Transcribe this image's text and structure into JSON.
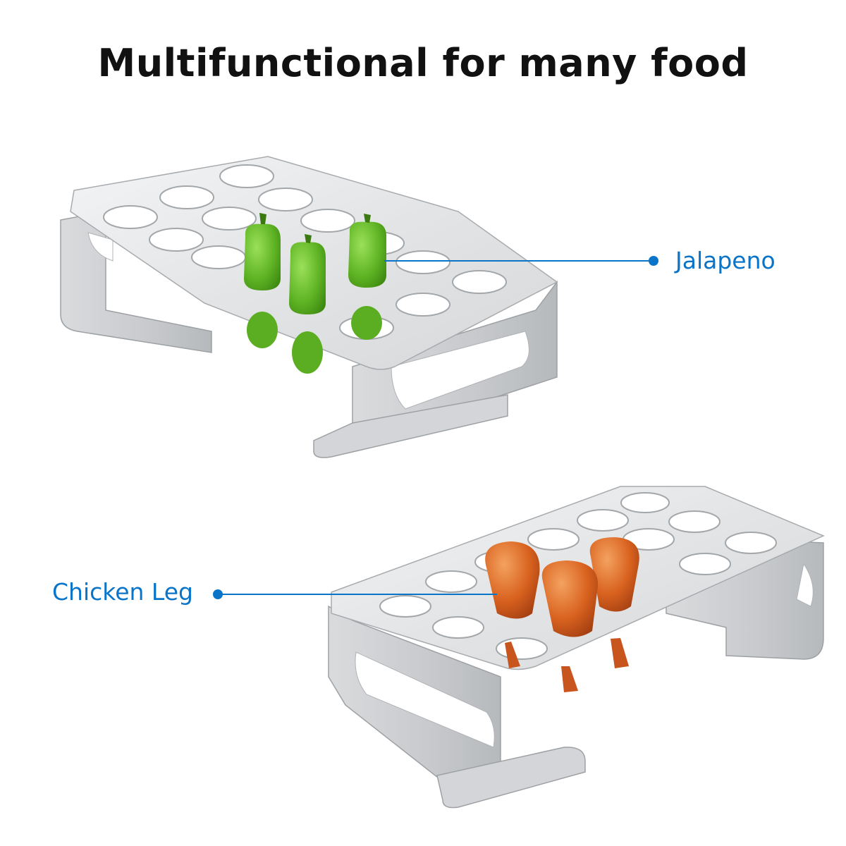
{
  "title": "Multifunctional for many food",
  "accent_color": "#0a74c9",
  "callouts": {
    "jalapeno": "Jalapeno",
    "chicken_leg": "Chicken Leg"
  },
  "colors": {
    "steel_top": "#e9eaec",
    "steel_side": "#cfd1d3",
    "steel_dark": "#a9acaf",
    "pepper": "#6cc22c",
    "chicken": "#d8571c"
  }
}
